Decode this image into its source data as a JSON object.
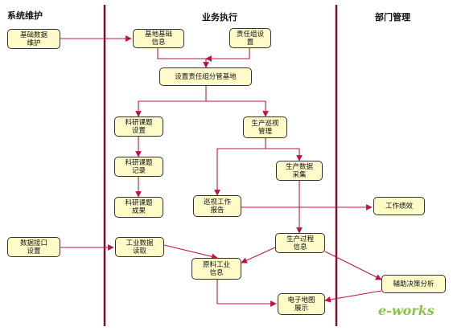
{
  "lanes": {
    "system": "系统维护",
    "business": "业务执行",
    "department": "部门管理"
  },
  "nodes": {
    "basic_maintain": "基础数据\n维护",
    "base_info": "基地基础\n信息",
    "team_setup": "责任组设\n置",
    "assign_base": "设置责任组分管基地",
    "research_setup": "科研课题\n设置",
    "production_patrol": "生产巡视\n管理",
    "research_record": "科研课题\n记录",
    "production_collect": "生产数据\n采集",
    "research_result": "科研课题\n成果",
    "patrol_report": "巡视工作\n报告",
    "work_performance": "工作绩效",
    "interface_setup": "数据接口\n设置",
    "industrial_read": "工业数据\n读取",
    "process_info": "生产过程\n信息",
    "raw_material": "原料工业\n信息",
    "decision_analysis": "辅助决策分析",
    "emap": "电子地图\n展示"
  },
  "watermark": "e-works",
  "colors": {
    "node_fill": "#fffbc8",
    "arrow": "#c0143c",
    "lane_line": "#7a1030"
  }
}
